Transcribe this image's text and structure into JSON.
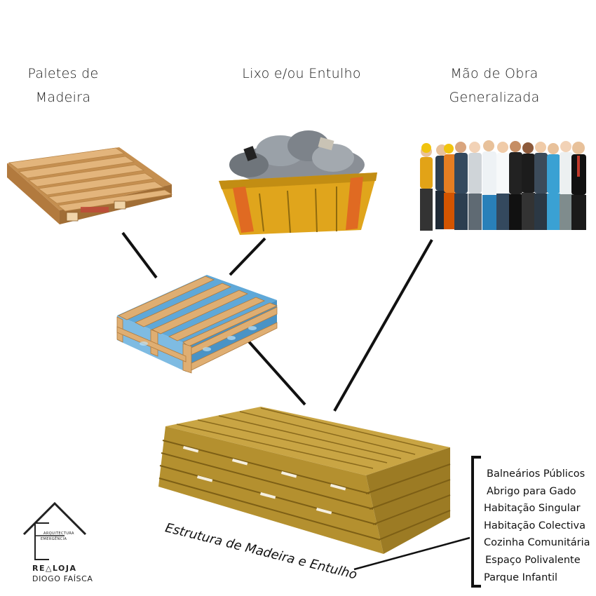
{
  "sources": {
    "pallets_label_line1": "Paletes de",
    "pallets_label_line2": "Madeira",
    "waste_label": "Lixo e/ou Entulho",
    "labour_label_line1": "Mão de Obra",
    "labour_label_line2": "Generalizada"
  },
  "structure_caption": "Estrutura de Madeira e Entulho",
  "uses": [
    "Balneários Públicos",
    "Abrigo para Gado",
    "Habitação Singular",
    "Habitação Colectiva",
    "Cozinha Comunitária",
    "Espaço Polivalente",
    "Parque Infantil"
  ],
  "logo": {
    "line1": "ARQUITECTURA",
    "line2": "EMERGÊNCIA",
    "brand": "RE△LOJA",
    "author": "DIOGO FAÍSCA"
  },
  "colors": {
    "wood": "#d9a865",
    "wood_dark": "#a9773e",
    "skip": "#e0a51c",
    "bottle": "#5fa8d8",
    "structure": "#b4902f"
  }
}
